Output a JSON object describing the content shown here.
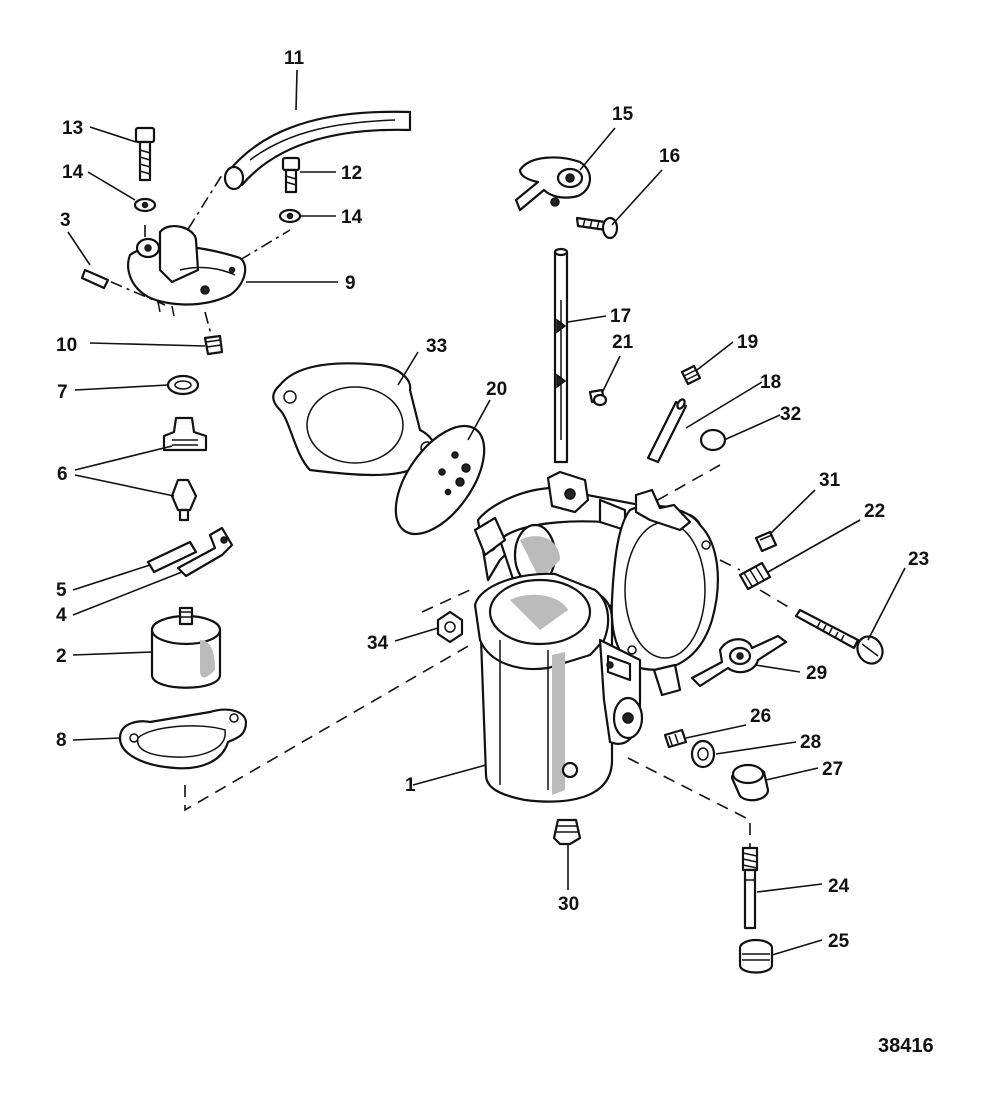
{
  "diagram": {
    "drawing_number": "38416",
    "callouts": [
      "1",
      "2",
      "3",
      "4",
      "5",
      "6",
      "7",
      "8",
      "9",
      "10",
      "11",
      "12",
      "13",
      "14",
      "15",
      "16",
      "17",
      "18",
      "19",
      "20",
      "21",
      "22",
      "23",
      "24",
      "25",
      "26",
      "27",
      "28",
      "29",
      "30",
      "31",
      "32",
      "33",
      "34"
    ]
  }
}
